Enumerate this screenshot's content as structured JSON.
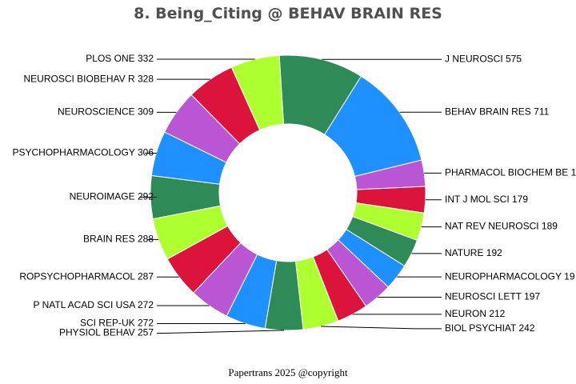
{
  "chart_data": {
    "type": "pie",
    "title": "8. Being_Citing @ BEHAV BRAIN RES",
    "footer": "Papertrans 2025 @copyright",
    "slices": [
      {
        "name": "BEHAV BRAIN RES",
        "value": 711,
        "label": "BEHAV BRAIN RES 711",
        "color": "#1E90FF"
      },
      {
        "name": "PHARMACOL BIOCHEM BE",
        "value": 0,
        "label": "PHARMACOL BIOCHEM BE 1",
        "color": "#BA55D3"
      },
      {
        "name": "INT J MOL SCI",
        "value": 179,
        "label": "INT J MOL SCI 179",
        "color": "#DC143C"
      },
      {
        "name": "NAT REV NEUROSCI",
        "value": 189,
        "label": "NAT REV NEUROSCI 189",
        "color": "#ADFF2F"
      },
      {
        "name": "NATURE",
        "value": 192,
        "label": "NATURE 192",
        "color": "#2E8B57"
      },
      {
        "name": "NEUROPHARMACOLOGY",
        "value": 0,
        "label": "NEUROPHARMACOLOGY 19",
        "color": "#1E90FF"
      },
      {
        "name": "NEUROSCI LETT",
        "value": 197,
        "label": "NEUROSCI LETT 197",
        "color": "#BA55D3"
      },
      {
        "name": "NEURON",
        "value": 212,
        "label": "NEURON 212",
        "color": "#DC143C"
      },
      {
        "name": "BIOL PSYCHIAT",
        "value": 242,
        "label": "BIOL PSYCHIAT 242",
        "color": "#ADFF2F"
      },
      {
        "name": "PHYSIOL BEHAV",
        "value": 257,
        "label": "PHYSIOL BEHAV 257",
        "color": "#2E8B57"
      },
      {
        "name": "SCI REP-UK",
        "value": 272,
        "label": "SCI REP-UK 272",
        "color": "#1E90FF"
      },
      {
        "name": "P NATL ACAD SCI USA",
        "value": 272,
        "label": "P NATL ACAD SCI USA 272",
        "color": "#BA55D3"
      },
      {
        "name": "NEUROPSYCHOPHARMACOL",
        "value": 287,
        "label": "ROPSYCHOPHARMACOL 287",
        "color": "#DC143C"
      },
      {
        "name": "BRAIN RES",
        "value": 288,
        "label": "BRAIN RES 288",
        "color": "#ADFF2F"
      },
      {
        "name": "NEUROIMAGE",
        "value": 292,
        "label": "NEUROIMAGE 292",
        "color": "#2E8B57"
      },
      {
        "name": "PSYCHOPHARMACOLOGY",
        "value": 306,
        "label": "PSYCHOPHARMACOLOGY 306",
        "color": "#1E90FF"
      },
      {
        "name": "NEUROSCIENCE",
        "value": 309,
        "label": "NEUROSCIENCE 309",
        "color": "#BA55D3"
      },
      {
        "name": "NEUROSCI BIOBEHAV R",
        "value": 328,
        "label": "NEUROSCI BIOBEHAV R 328",
        "color": "#DC143C"
      },
      {
        "name": "PLOS ONE",
        "value": 332,
        "label": "PLOS ONE 332",
        "color": "#ADFF2F"
      },
      {
        "name": "J NEUROSCI",
        "value": 575,
        "label": "J NEUROSCI 575",
        "color": "#2E8B57"
      }
    ]
  }
}
